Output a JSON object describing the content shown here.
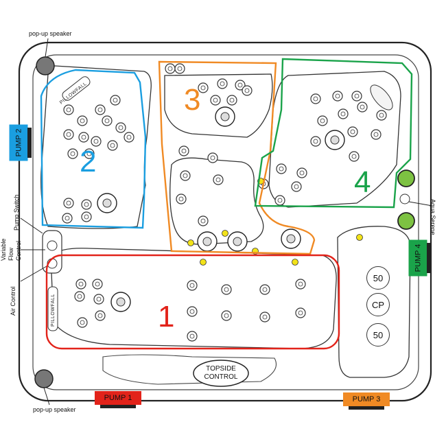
{
  "labels": {
    "popup_speaker_top": "pop-up speaker",
    "popup_speaker_bottom": "pop-up speaker",
    "pump_switch": "Pump Switch",
    "variable_flow_control": "Variable Flow Control",
    "air_control": "Air Control",
    "aqua_serene": "Aqua Serene",
    "pillowfall_top": "PILLOWFALL",
    "pillowfall_left": "PILLOWFALL",
    "topside_control": "TOPSIDE CONTROL",
    "equipment_top": "50",
    "equipment_mid": "CP",
    "equipment_bottom": "50"
  },
  "pumps": {
    "pump1": {
      "label": "PUMP 1",
      "color": "#e2231a"
    },
    "pump2": {
      "label": "PUMP 2",
      "color": "#1a9ee0"
    },
    "pump3": {
      "label": "PUMP 3",
      "color": "#f08a24"
    },
    "pump4": {
      "label": "PUMP 4",
      "color": "#1aa34a"
    }
  },
  "zones": {
    "zone1": {
      "number": "1",
      "color": "#e2231a"
    },
    "zone2": {
      "number": "2",
      "color": "#1a9ee0"
    },
    "zone3": {
      "number": "3",
      "color": "#f08a24"
    },
    "zone4": {
      "number": "4",
      "color": "#1aa34a"
    }
  }
}
